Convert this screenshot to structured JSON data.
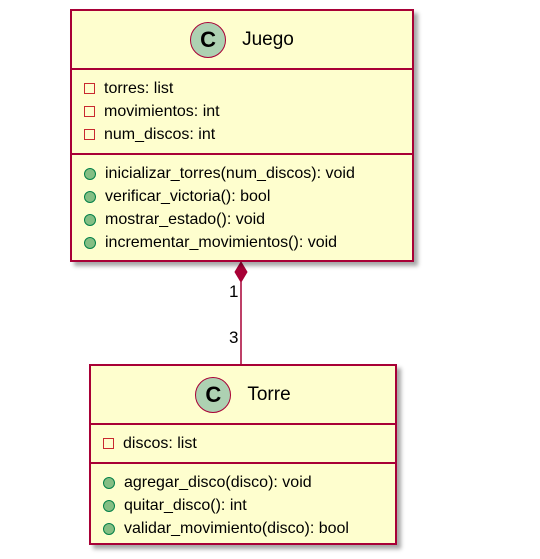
{
  "classes": {
    "juego": {
      "icon": "C",
      "name": "Juego",
      "attributes": [
        "torres: list",
        "movimientos: int",
        "num_discos: int"
      ],
      "methods": [
        "inicializar_torres(num_discos): void",
        "verificar_victoria(): bool",
        "mostrar_estado(): void",
        "incrementar_movimientos(): void"
      ]
    },
    "torre": {
      "icon": "C",
      "name": "Torre",
      "attributes": [
        "discos: list"
      ],
      "methods": [
        "agregar_disco(disco): void",
        "quitar_disco(): int",
        "validar_movimiento(disco): bool"
      ]
    }
  },
  "relation": {
    "type": "composition",
    "source_multiplicity": "1",
    "target_multiplicity": "3"
  },
  "colors": {
    "border": "#A80036",
    "fill": "#FEFECE",
    "class_icon": "#ADD1B2",
    "private_marker": "#C82930",
    "public_marker": "#84BE84"
  }
}
